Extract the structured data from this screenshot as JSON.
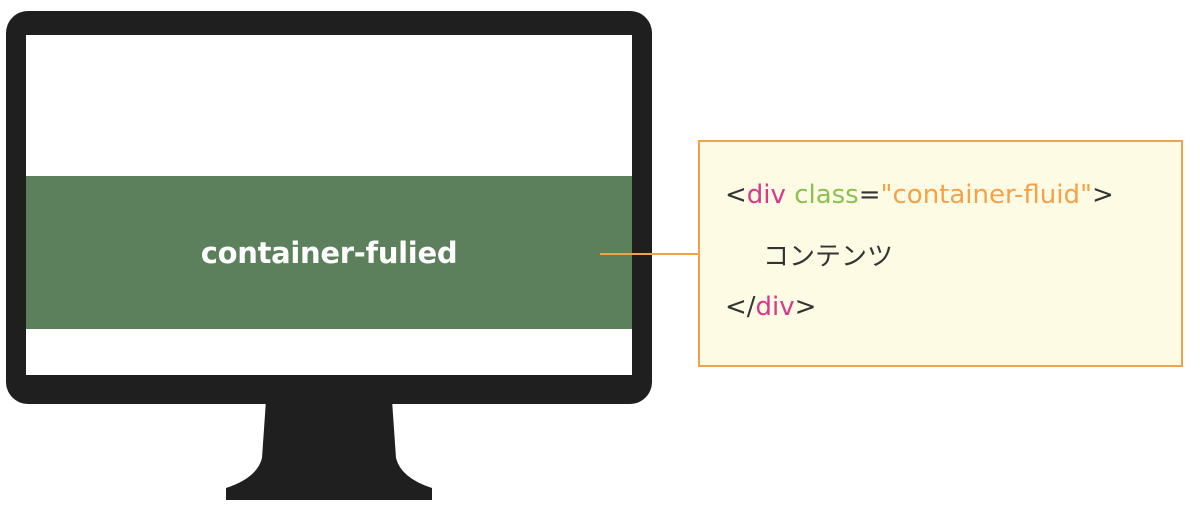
{
  "monitor": {
    "band_label": "container-fulied"
  },
  "code": {
    "line1": {
      "open_bracket": "<",
      "tag": "div",
      "space": " ",
      "attr": "class",
      "equals": "=",
      "value": "\"container-fluid\"",
      "close_bracket": ">"
    },
    "line2": {
      "content": "コンテンツ"
    },
    "line3": {
      "open_bracket": "</",
      "tag": "div",
      "close_bracket": ">"
    }
  },
  "colors": {
    "band": "#5c7f5c",
    "monitor": "#1f1f1f",
    "box_border": "#f3a24a",
    "box_fill": "#fefbe5",
    "tag": "#d63a8b",
    "attr": "#8cc152",
    "string": "#f3a24a"
  }
}
